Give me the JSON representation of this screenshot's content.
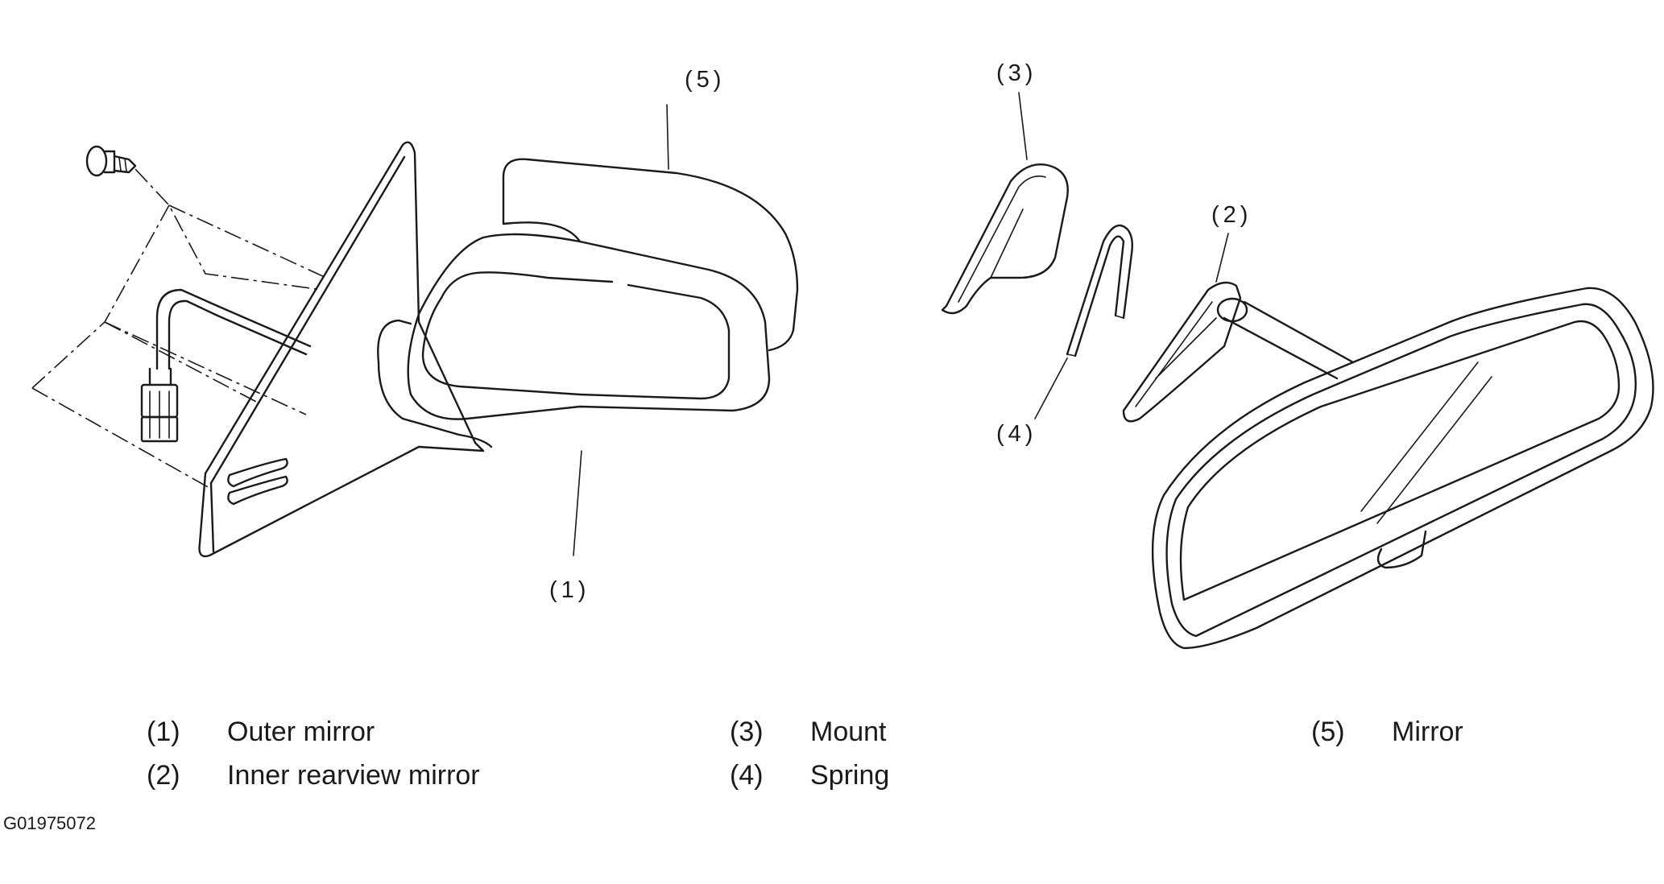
{
  "callouts": {
    "c1": "(1)",
    "c2": "(2)",
    "c3": "(3)",
    "c4": "(4)",
    "c5": "(5)"
  },
  "legend": [
    {
      "number": "(1)",
      "label": "Outer mirror"
    },
    {
      "number": "(2)",
      "label": "Inner rearview mirror"
    },
    {
      "number": "(3)",
      "label": "Mount"
    },
    {
      "number": "(4)",
      "label": "Spring"
    },
    {
      "number": "(5)",
      "label": "Mirror"
    }
  ],
  "figure_id": "G01975072"
}
